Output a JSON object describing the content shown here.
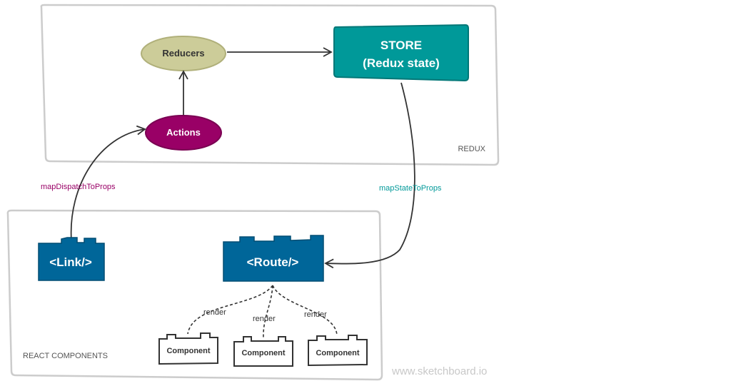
{
  "groups": {
    "redux": "REDUX",
    "react": "REACT COMPONENTS"
  },
  "nodes": {
    "reducers": "Reducers",
    "actions": "Actions",
    "store_line1": "STORE",
    "store_line2": "(Redux state)",
    "link": "<Link/>",
    "route": "<Route/>",
    "component1": "Component",
    "component2": "Component",
    "component3": "Component"
  },
  "edges": {
    "map_dispatch": "mapDispatchToProps",
    "map_state": "mapStateToProps",
    "render1": "render",
    "render2": "render",
    "render3": "render"
  },
  "colors": {
    "reducers_fill": "#cccc99",
    "actions_fill": "#990066",
    "store_fill": "#009999",
    "block_fill": "#006699",
    "dispatch_label": "#990066",
    "state_label": "#009999"
  },
  "watermark": "www.sketchboard.io"
}
